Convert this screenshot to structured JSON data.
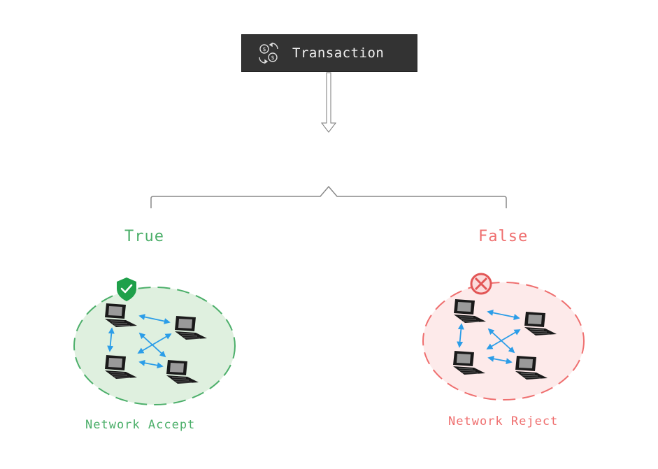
{
  "transaction": {
    "label": "Transaction",
    "icon": "money-exchange-icon"
  },
  "branches": {
    "true": {
      "label": "True",
      "color": "#4caf6a",
      "caption": "Network Accept",
      "fill": "#dff0df",
      "badge_icon": "shield-check-icon",
      "badge_color": "#1fa04a"
    },
    "false": {
      "label": "False",
      "color": "#ef6f6f",
      "caption": "Network Reject",
      "fill": "#fdeaea",
      "badge_icon": "cross-circle-icon",
      "badge_color": "#e25656"
    }
  },
  "colors": {
    "arrow": "#2b9de8",
    "connector": "#888888",
    "laptop": "#1a1a1a"
  }
}
